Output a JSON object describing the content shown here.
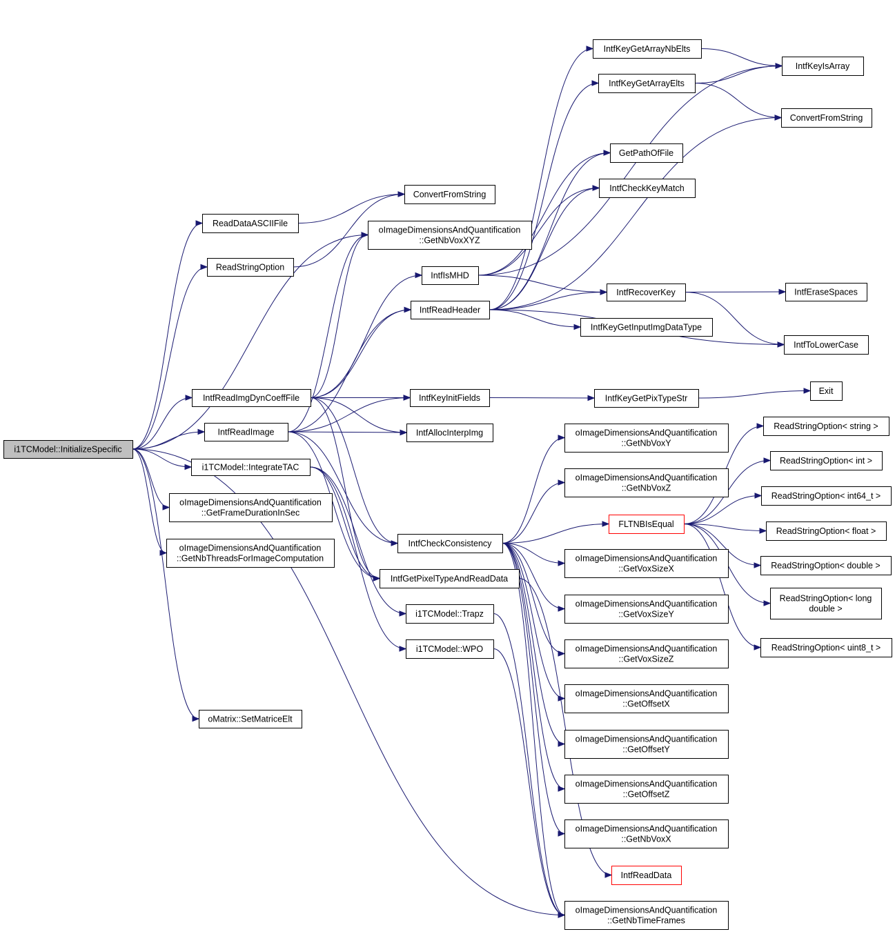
{
  "nodes": {
    "root": {
      "lines": [
        "i1TCModel::InitializeSpecific"
      ],
      "style": "root"
    },
    "readDataASCII": {
      "lines": [
        "ReadDataASCIIFile"
      ]
    },
    "readStringOption": {
      "lines": [
        "ReadStringOption"
      ]
    },
    "convertFromString1": {
      "lines": [
        "ConvertFromString"
      ]
    },
    "getNbVoxXYZ": {
      "lines": [
        "oImageDimensionsAndQuantification",
        "::GetNbVoxXYZ"
      ]
    },
    "intfIsMHD": {
      "lines": [
        "IntfIsMHD"
      ]
    },
    "intfReadHeader": {
      "lines": [
        "IntfReadHeader"
      ]
    },
    "intfReadImgDynCoeffFile": {
      "lines": [
        "IntfReadImgDynCoeffFile"
      ]
    },
    "intfReadImage": {
      "lines": [
        "IntfReadImage"
      ]
    },
    "integrateTAC": {
      "lines": [
        "i1TCModel::IntegrateTAC"
      ]
    },
    "getFrameDuration": {
      "lines": [
        "oImageDimensionsAndQuantification",
        "::GetFrameDurationInSec"
      ]
    },
    "getNbThreads": {
      "lines": [
        "oImageDimensionsAndQuantification",
        "::GetNbThreadsForImageComputation"
      ]
    },
    "setMatriceElt": {
      "lines": [
        "oMatrix::SetMatriceElt"
      ]
    },
    "keyGetArrayNbElts": {
      "lines": [
        "IntfKeyGetArrayNbElts"
      ]
    },
    "keyGetArrayElts": {
      "lines": [
        "IntfKeyGetArrayElts"
      ]
    },
    "keyIsArray": {
      "lines": [
        "IntfKeyIsArray"
      ]
    },
    "convertFromString2": {
      "lines": [
        "ConvertFromString"
      ]
    },
    "getPathOfFile": {
      "lines": [
        "GetPathOfFile"
      ]
    },
    "checkKeyMatch": {
      "lines": [
        "IntfCheckKeyMatch"
      ]
    },
    "recoverKey": {
      "lines": [
        "IntfRecoverKey"
      ]
    },
    "eraseSpaces": {
      "lines": [
        "IntfEraseSpaces"
      ]
    },
    "keyGetInputImgDataType": {
      "lines": [
        "IntfKeyGetInputImgDataType"
      ]
    },
    "toLowerCase": {
      "lines": [
        "IntfToLowerCase"
      ]
    },
    "keyInitFields": {
      "lines": [
        "IntfKeyInitFields"
      ]
    },
    "keyGetPixTypeStr": {
      "lines": [
        "IntfKeyGetPixTypeStr"
      ]
    },
    "exit": {
      "lines": [
        "Exit"
      ]
    },
    "allocInterpImg": {
      "lines": [
        "IntfAllocInterpImg"
      ]
    },
    "checkConsistency": {
      "lines": [
        "IntfCheckConsistency"
      ]
    },
    "getPixelTypeAndReadData": {
      "lines": [
        "IntfGetPixelTypeAndReadData"
      ]
    },
    "trapz": {
      "lines": [
        "i1TCModel::Trapz"
      ]
    },
    "wpo": {
      "lines": [
        "i1TCModel::WPO"
      ]
    },
    "getNbVoxY": {
      "lines": [
        "oImageDimensionsAndQuantification",
        "::GetNbVoxY"
      ]
    },
    "getNbVoxZ": {
      "lines": [
        "oImageDimensionsAndQuantification",
        "::GetNbVoxZ"
      ]
    },
    "fltnbIsEqual": {
      "lines": [
        "FLTNBIsEqual"
      ],
      "style": "red"
    },
    "getVoxSizeX": {
      "lines": [
        "oImageDimensionsAndQuantification",
        "::GetVoxSizeX"
      ]
    },
    "getVoxSizeY": {
      "lines": [
        "oImageDimensionsAndQuantification",
        "::GetVoxSizeY"
      ]
    },
    "getVoxSizeZ": {
      "lines": [
        "oImageDimensionsAndQuantification",
        "::GetVoxSizeZ"
      ]
    },
    "getOffsetX": {
      "lines": [
        "oImageDimensionsAndQuantification",
        "::GetOffsetX"
      ]
    },
    "getOffsetY": {
      "lines": [
        "oImageDimensionsAndQuantification",
        "::GetOffsetY"
      ]
    },
    "getOffsetZ": {
      "lines": [
        "oImageDimensionsAndQuantification",
        "::GetOffsetZ"
      ]
    },
    "getNbVoxX": {
      "lines": [
        "oImageDimensionsAndQuantification",
        "::GetNbVoxX"
      ]
    },
    "intfReadData": {
      "lines": [
        "IntfReadData"
      ],
      "style": "red"
    },
    "getNbTimeFrames": {
      "lines": [
        "oImageDimensionsAndQuantification",
        "::GetNbTimeFrames"
      ]
    },
    "rsoString": {
      "lines": [
        "ReadStringOption< string >"
      ]
    },
    "rsoInt": {
      "lines": [
        "ReadStringOption< int >"
      ]
    },
    "rsoInt64": {
      "lines": [
        "ReadStringOption< int64_t >"
      ]
    },
    "rsoFloat": {
      "lines": [
        "ReadStringOption< float >"
      ]
    },
    "rsoDouble": {
      "lines": [
        "ReadStringOption< double >"
      ]
    },
    "rsoLongDouble": {
      "lines": [
        "ReadStringOption< long",
        "double >"
      ]
    },
    "rsoUint8": {
      "lines": [
        "ReadStringOption< uint8_t >"
      ]
    }
  },
  "edges": [
    [
      "root",
      "readDataASCII"
    ],
    [
      "root",
      "readStringOption"
    ],
    [
      "root",
      "getNbVoxXYZ"
    ],
    [
      "root",
      "intfReadImgDynCoeffFile"
    ],
    [
      "root",
      "intfReadImage"
    ],
    [
      "root",
      "integrateTAC"
    ],
    [
      "root",
      "getFrameDuration"
    ],
    [
      "root",
      "getNbThreads"
    ],
    [
      "root",
      "setMatriceElt"
    ],
    [
      "root",
      "getNbTimeFrames"
    ],
    [
      "readDataASCII",
      "convertFromString1"
    ],
    [
      "readStringOption",
      "convertFromString1"
    ],
    [
      "intfReadImgDynCoeffFile",
      "getNbVoxXYZ"
    ],
    [
      "intfReadImgDynCoeffFile",
      "intfIsMHD"
    ],
    [
      "intfReadImgDynCoeffFile",
      "intfReadHeader"
    ],
    [
      "intfReadImgDynCoeffFile",
      "keyInitFields"
    ],
    [
      "intfReadImgDynCoeffFile",
      "allocInterpImg"
    ],
    [
      "intfReadImgDynCoeffFile",
      "checkConsistency"
    ],
    [
      "intfReadImgDynCoeffFile",
      "getPixelTypeAndReadData"
    ],
    [
      "intfReadImage",
      "getNbVoxXYZ"
    ],
    [
      "intfReadImage",
      "intfReadHeader"
    ],
    [
      "intfReadImage",
      "keyInitFields"
    ],
    [
      "intfReadImage",
      "allocInterpImg"
    ],
    [
      "intfReadImage",
      "checkConsistency"
    ],
    [
      "intfReadImage",
      "getPixelTypeAndReadData"
    ],
    [
      "integrateTAC",
      "trapz"
    ],
    [
      "integrateTAC",
      "wpo"
    ],
    [
      "integrateTAC",
      "getPixelTypeAndReadData"
    ],
    [
      "intfIsMHD",
      "getPathOfFile"
    ],
    [
      "intfIsMHD",
      "checkKeyMatch"
    ],
    [
      "intfIsMHD",
      "recoverKey"
    ],
    [
      "intfIsMHD",
      "keyIsArray"
    ],
    [
      "intfReadHeader",
      "keyGetArrayNbElts"
    ],
    [
      "intfReadHeader",
      "keyGetArrayElts"
    ],
    [
      "intfReadHeader",
      "convertFromString2"
    ],
    [
      "intfReadHeader",
      "getPathOfFile"
    ],
    [
      "intfReadHeader",
      "checkKeyMatch"
    ],
    [
      "intfReadHeader",
      "recoverKey"
    ],
    [
      "intfReadHeader",
      "keyGetInputImgDataType"
    ],
    [
      "intfReadHeader",
      "toLowerCase"
    ],
    [
      "keyGetArrayNbElts",
      "keyIsArray"
    ],
    [
      "keyGetArrayElts",
      "keyIsArray"
    ],
    [
      "keyGetArrayElts",
      "convertFromString2"
    ],
    [
      "recoverKey",
      "eraseSpaces"
    ],
    [
      "recoverKey",
      "toLowerCase"
    ],
    [
      "keyInitFields",
      "keyGetPixTypeStr"
    ],
    [
      "keyGetPixTypeStr",
      "exit"
    ],
    [
      "checkConsistency",
      "getNbVoxY"
    ],
    [
      "checkConsistency",
      "getNbVoxZ"
    ],
    [
      "checkConsistency",
      "fltnbIsEqual"
    ],
    [
      "checkConsistency",
      "getVoxSizeX"
    ],
    [
      "checkConsistency",
      "getVoxSizeY"
    ],
    [
      "checkConsistency",
      "getVoxSizeZ"
    ],
    [
      "checkConsistency",
      "getOffsetX"
    ],
    [
      "checkConsistency",
      "getOffsetY"
    ],
    [
      "checkConsistency",
      "getOffsetZ"
    ],
    [
      "checkConsistency",
      "getNbVoxX"
    ],
    [
      "checkConsistency",
      "getNbTimeFrames"
    ],
    [
      "getPixelTypeAndReadData",
      "intfReadData"
    ],
    [
      "trapz",
      "getNbTimeFrames"
    ],
    [
      "wpo",
      "getNbTimeFrames"
    ],
    [
      "fltnbIsEqual",
      "rsoString"
    ],
    [
      "fltnbIsEqual",
      "rsoInt"
    ],
    [
      "fltnbIsEqual",
      "rsoInt64"
    ],
    [
      "fltnbIsEqual",
      "rsoFloat"
    ],
    [
      "fltnbIsEqual",
      "rsoDouble"
    ],
    [
      "fltnbIsEqual",
      "rsoLongDouble"
    ],
    [
      "fltnbIsEqual",
      "rsoUint8"
    ]
  ]
}
